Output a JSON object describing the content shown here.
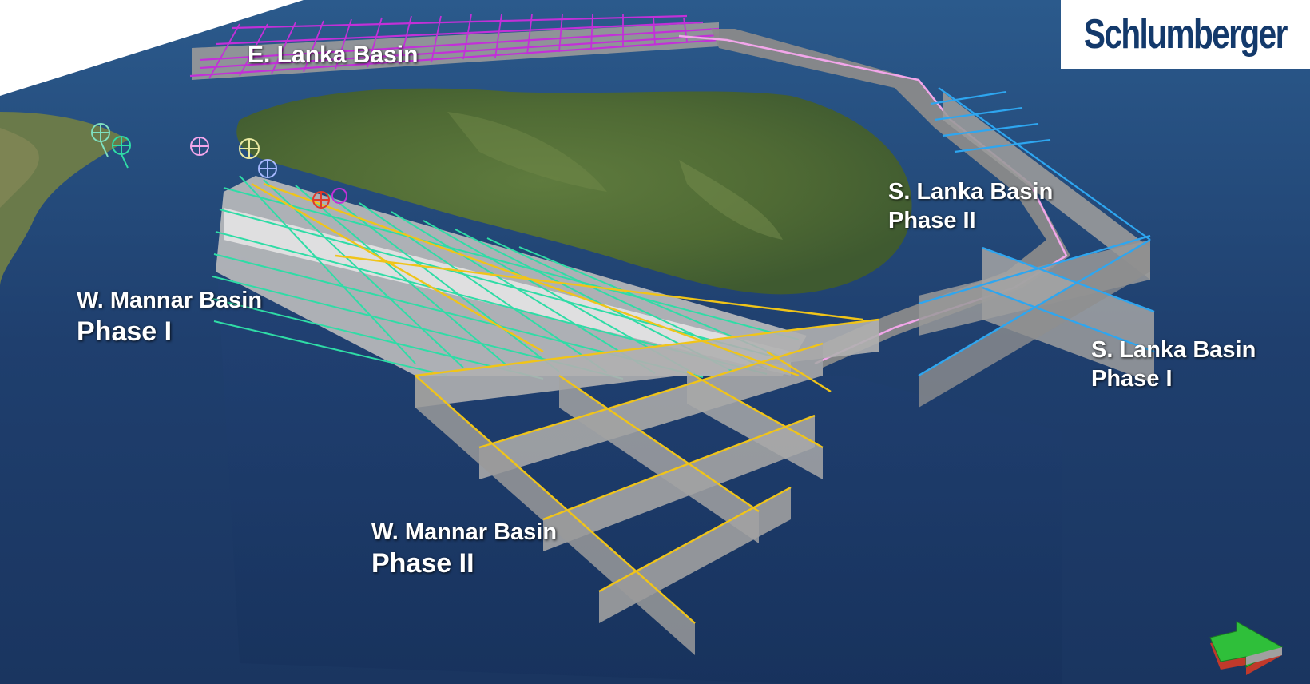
{
  "logo": {
    "text": "Schlumberger",
    "color": "#13396b"
  },
  "labels": {
    "e_lanka": {
      "name": "E. Lanka Basin"
    },
    "w_mannar_1": {
      "name": "W. Mannar Basin",
      "phase": "Phase I"
    },
    "w_mannar_2": {
      "name": "W. Mannar Basin",
      "phase": "Phase II"
    },
    "s_lanka_2": {
      "name": "S. Lanka Basin",
      "phase": "Phase II"
    },
    "s_lanka_1": {
      "name": "S. Lanka Basin",
      "phase": "Phase I"
    }
  },
  "colors": {
    "ocean": "#1f3f6e",
    "land": "#55703a",
    "e_lanka_survey": "#c230d8",
    "w_mannar_1_survey": "#2fdca6",
    "w_mannar_2_survey": "#f0c419",
    "s_lanka_1_survey": "#2ea6f0",
    "s_lanka_2_survey": "#f2a6ea",
    "section_fill": "#a9a9a9"
  },
  "icons": {
    "well_markers": "crosshair-circle-icon",
    "orientation": "north-arrow-icon"
  }
}
